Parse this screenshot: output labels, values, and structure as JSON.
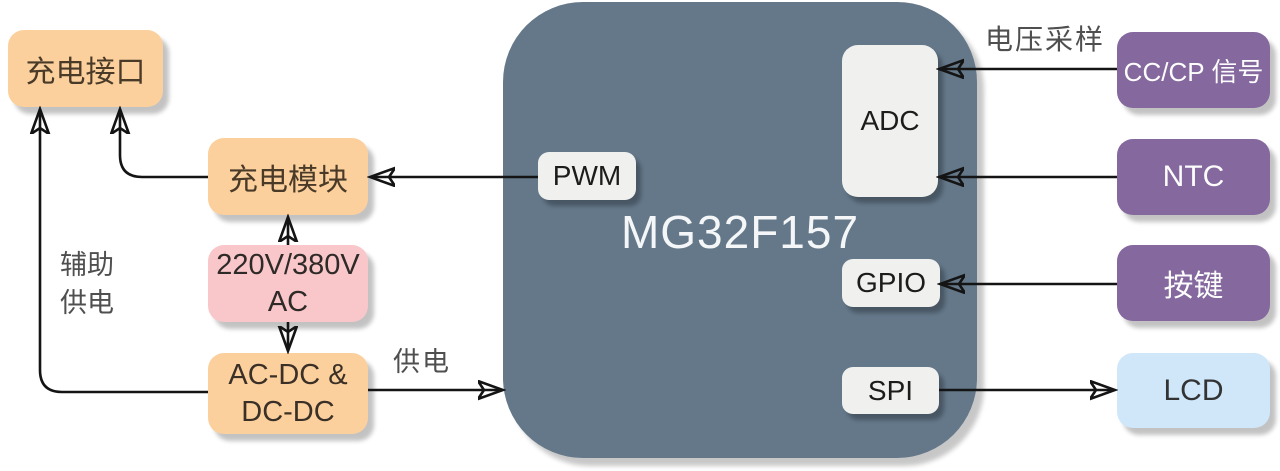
{
  "mcu": {
    "label": "MG32F157",
    "peripherals": {
      "pwm": "PWM",
      "adc": "ADC",
      "gpio": "GPIO",
      "spi": "SPI"
    }
  },
  "blocks": {
    "charge_port": "充电接口",
    "charge_module": "充电模块",
    "ac_input": "220V/380V\nAC",
    "ac_dc": "AC-DC &\nDC-DC",
    "cc_cp": "CC/CP 信号",
    "ntc": "NTC",
    "keys": "按键",
    "lcd": "LCD"
  },
  "labels": {
    "voltage_sampling": "电压采样",
    "aux_power_line1": "辅助",
    "aux_power_line2": "供电",
    "power_supply": "供电"
  },
  "colors": {
    "mcu_fill": "#64788a",
    "orange_fill": "#fbd09d",
    "pink_fill": "#f9c7ca",
    "purple_fill": "#84689e",
    "light_blue_fill": "#cfe7f9",
    "peripheral_fill": "#f0f0ee",
    "wire": "#141414",
    "background": "#ffffff"
  }
}
